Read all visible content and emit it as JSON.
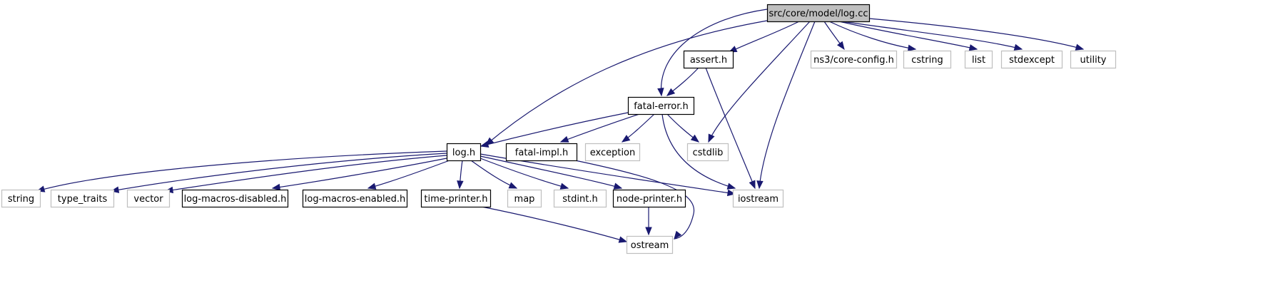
{
  "title": "Include dependency graph for src/core/model/log.cc",
  "colors": {
    "edge": "#191970",
    "root_fill": "#bfbfbf",
    "root_border": "#000000",
    "documented_border": "#000000",
    "external_border": "#bfbfbf"
  },
  "nodes": [
    {
      "id": "log_cc",
      "label": "src/core/model/log.cc",
      "kind": "root"
    },
    {
      "id": "assert_h",
      "label": "assert.h",
      "kind": "documented"
    },
    {
      "id": "core_config_h",
      "label": "ns3/core-config.h",
      "kind": "external"
    },
    {
      "id": "cstring",
      "label": "cstring",
      "kind": "external"
    },
    {
      "id": "list",
      "label": "list",
      "kind": "external"
    },
    {
      "id": "stdexcept",
      "label": "stdexcept",
      "kind": "external"
    },
    {
      "id": "utility",
      "label": "utility",
      "kind": "external"
    },
    {
      "id": "fatal_error_h",
      "label": "fatal-error.h",
      "kind": "documented"
    },
    {
      "id": "log_h",
      "label": "log.h",
      "kind": "documented"
    },
    {
      "id": "fatal_impl_h",
      "label": "fatal-impl.h",
      "kind": "documented"
    },
    {
      "id": "exception",
      "label": "exception",
      "kind": "external"
    },
    {
      "id": "cstdlib",
      "label": "cstdlib",
      "kind": "external"
    },
    {
      "id": "string",
      "label": "string",
      "kind": "external"
    },
    {
      "id": "type_traits",
      "label": "type_traits",
      "kind": "external"
    },
    {
      "id": "vector",
      "label": "vector",
      "kind": "external"
    },
    {
      "id": "log_macros_disabled_h",
      "label": "log-macros-disabled.h",
      "kind": "documented"
    },
    {
      "id": "log_macros_enabled_h",
      "label": "log-macros-enabled.h",
      "kind": "documented"
    },
    {
      "id": "time_printer_h",
      "label": "time-printer.h",
      "kind": "documented"
    },
    {
      "id": "map",
      "label": "map",
      "kind": "external"
    },
    {
      "id": "stdint_h",
      "label": "stdint.h",
      "kind": "external"
    },
    {
      "id": "node_printer_h",
      "label": "node-printer.h",
      "kind": "documented"
    },
    {
      "id": "iostream",
      "label": "iostream",
      "kind": "external"
    },
    {
      "id": "ostream",
      "label": "ostream",
      "kind": "external"
    }
  ],
  "edges": [
    {
      "from": "log_cc",
      "to": "log_h"
    },
    {
      "from": "log_cc",
      "to": "assert_h"
    },
    {
      "from": "log_cc",
      "to": "fatal_error_h"
    },
    {
      "from": "log_cc",
      "to": "cstdlib"
    },
    {
      "from": "log_cc",
      "to": "iostream"
    },
    {
      "from": "log_cc",
      "to": "core_config_h"
    },
    {
      "from": "log_cc",
      "to": "cstring"
    },
    {
      "from": "log_cc",
      "to": "list"
    },
    {
      "from": "log_cc",
      "to": "stdexcept"
    },
    {
      "from": "log_cc",
      "to": "utility"
    },
    {
      "from": "assert_h",
      "to": "fatal_error_h"
    },
    {
      "from": "assert_h",
      "to": "iostream"
    },
    {
      "from": "fatal_error_h",
      "to": "log_h"
    },
    {
      "from": "fatal_error_h",
      "to": "fatal_impl_h"
    },
    {
      "from": "fatal_error_h",
      "to": "exception"
    },
    {
      "from": "fatal_error_h",
      "to": "cstdlib"
    },
    {
      "from": "fatal_error_h",
      "to": "iostream"
    },
    {
      "from": "log_h",
      "to": "string"
    },
    {
      "from": "log_h",
      "to": "type_traits"
    },
    {
      "from": "log_h",
      "to": "vector"
    },
    {
      "from": "log_h",
      "to": "log_macros_disabled_h"
    },
    {
      "from": "log_h",
      "to": "log_macros_enabled_h"
    },
    {
      "from": "log_h",
      "to": "time_printer_h"
    },
    {
      "from": "log_h",
      "to": "map"
    },
    {
      "from": "log_h",
      "to": "stdint_h"
    },
    {
      "from": "log_h",
      "to": "node_printer_h"
    },
    {
      "from": "log_h",
      "to": "iostream"
    },
    {
      "from": "fatal_impl_h",
      "to": "ostream"
    },
    {
      "from": "time_printer_h",
      "to": "ostream"
    },
    {
      "from": "node_printer_h",
      "to": "ostream"
    }
  ]
}
